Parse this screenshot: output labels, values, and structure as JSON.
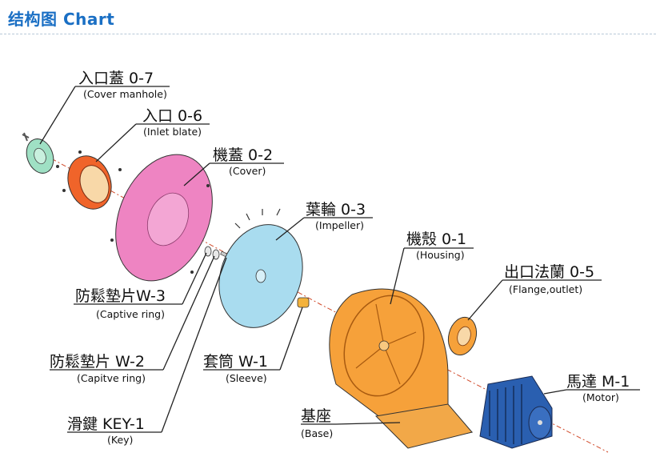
{
  "header": {
    "title": "结构图 Chart"
  },
  "parts": [
    {
      "id": "cover-manhole",
      "cn": "入口蓋 0-7",
      "en": "(Cover manhole)",
      "color": "#9fe0c4"
    },
    {
      "id": "inlet-blate",
      "cn": "入口 0-6",
      "en": "(Inlet blate)",
      "color": "#f0642a"
    },
    {
      "id": "cover",
      "cn": "機蓋 0-2",
      "en": "(Cover)",
      "color": "#ee84c2"
    },
    {
      "id": "impeller",
      "cn": "葉輪 0-3",
      "en": "(Impeller)",
      "color": "#a9dcef"
    },
    {
      "id": "housing",
      "cn": "機殼 0-1",
      "en": "(Housing)",
      "color": "#f6a13a"
    },
    {
      "id": "flange-outlet",
      "cn": "出口法蘭 0-5",
      "en": "(Flange,outlet)",
      "color": "#f6a13a"
    },
    {
      "id": "captive-ring-w3",
      "cn": "防鬆墊片W-3",
      "en": "(Captive ring)",
      "color": "#e8e8e8"
    },
    {
      "id": "captive-ring-w2",
      "cn": "防鬆墊片 W-2",
      "en": "(Capitve ring)",
      "color": "#e8e8e8"
    },
    {
      "id": "sleeve",
      "cn": "套筒 W-1",
      "en": "(Sleeve)",
      "color": "#f3b23c"
    },
    {
      "id": "key",
      "cn": "滑鍵 KEY-1",
      "en": "(Key)",
      "color": "#cccccc"
    },
    {
      "id": "base",
      "cn": "基座",
      "en": "(Base)",
      "color": "#f6a13a"
    },
    {
      "id": "motor",
      "cn": "馬達 M-1",
      "en": "(Motor)",
      "color": "#2a5fb0"
    }
  ]
}
